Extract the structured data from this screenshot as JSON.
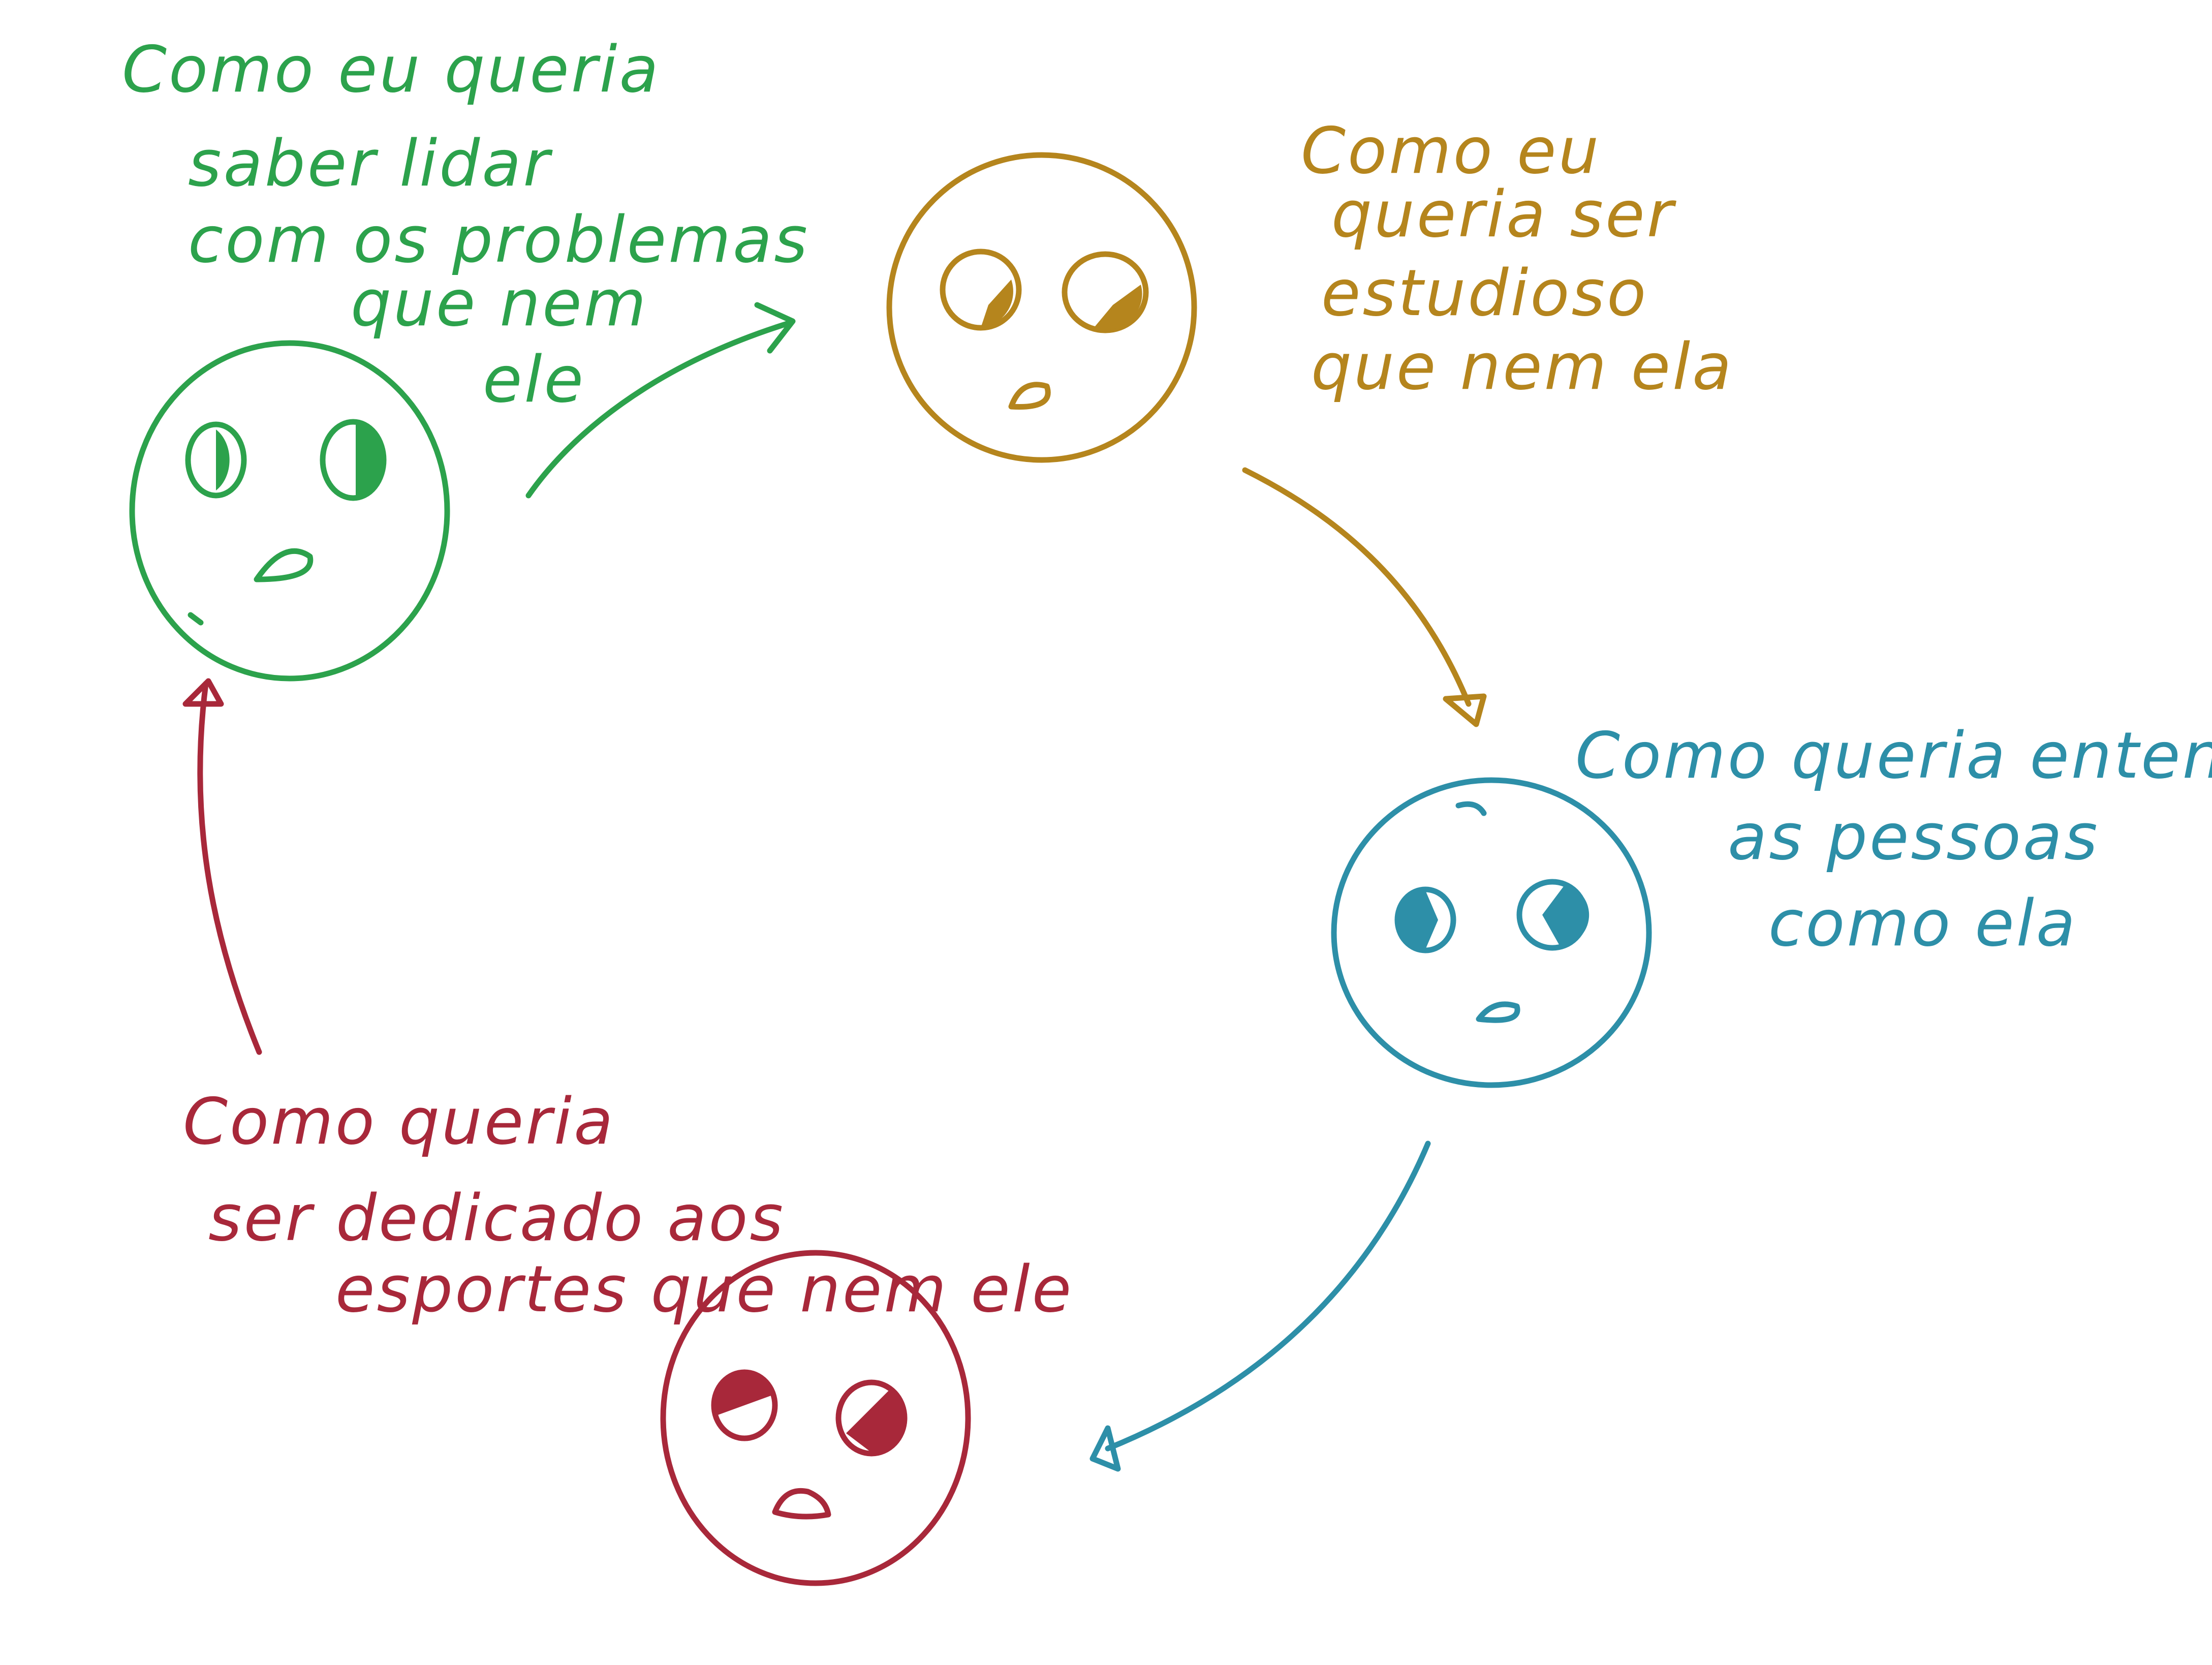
{
  "colors": {
    "green": "#2ca24c",
    "gold": "#b5851d",
    "teal": "#2d8fa8",
    "red": "#a8283a",
    "background": "#ffffff"
  },
  "faces": [
    {
      "id": "green",
      "color": "green",
      "text_lines": [
        "Como eu queria",
        "saber lidar",
        "com os problemas",
        "que nem",
        "ele"
      ]
    },
    {
      "id": "gold",
      "color": "gold",
      "text_lines": [
        "Como eu",
        "queria ser",
        "estudioso",
        "que nem ela"
      ]
    },
    {
      "id": "teal",
      "color": "teal",
      "text_lines": [
        "Como queria entender",
        "as pessoas",
        "como ela"
      ]
    },
    {
      "id": "red",
      "color": "red",
      "text_lines": [
        "Como queria",
        "ser dedicado aos",
        "esportes que nem ele"
      ]
    }
  ],
  "arrows": [
    {
      "from": "green",
      "to": "gold",
      "color": "green"
    },
    {
      "from": "gold",
      "to": "teal",
      "color": "gold"
    },
    {
      "from": "teal",
      "to": "red",
      "color": "teal"
    },
    {
      "from": "red",
      "to": "green",
      "color": "red"
    }
  ]
}
